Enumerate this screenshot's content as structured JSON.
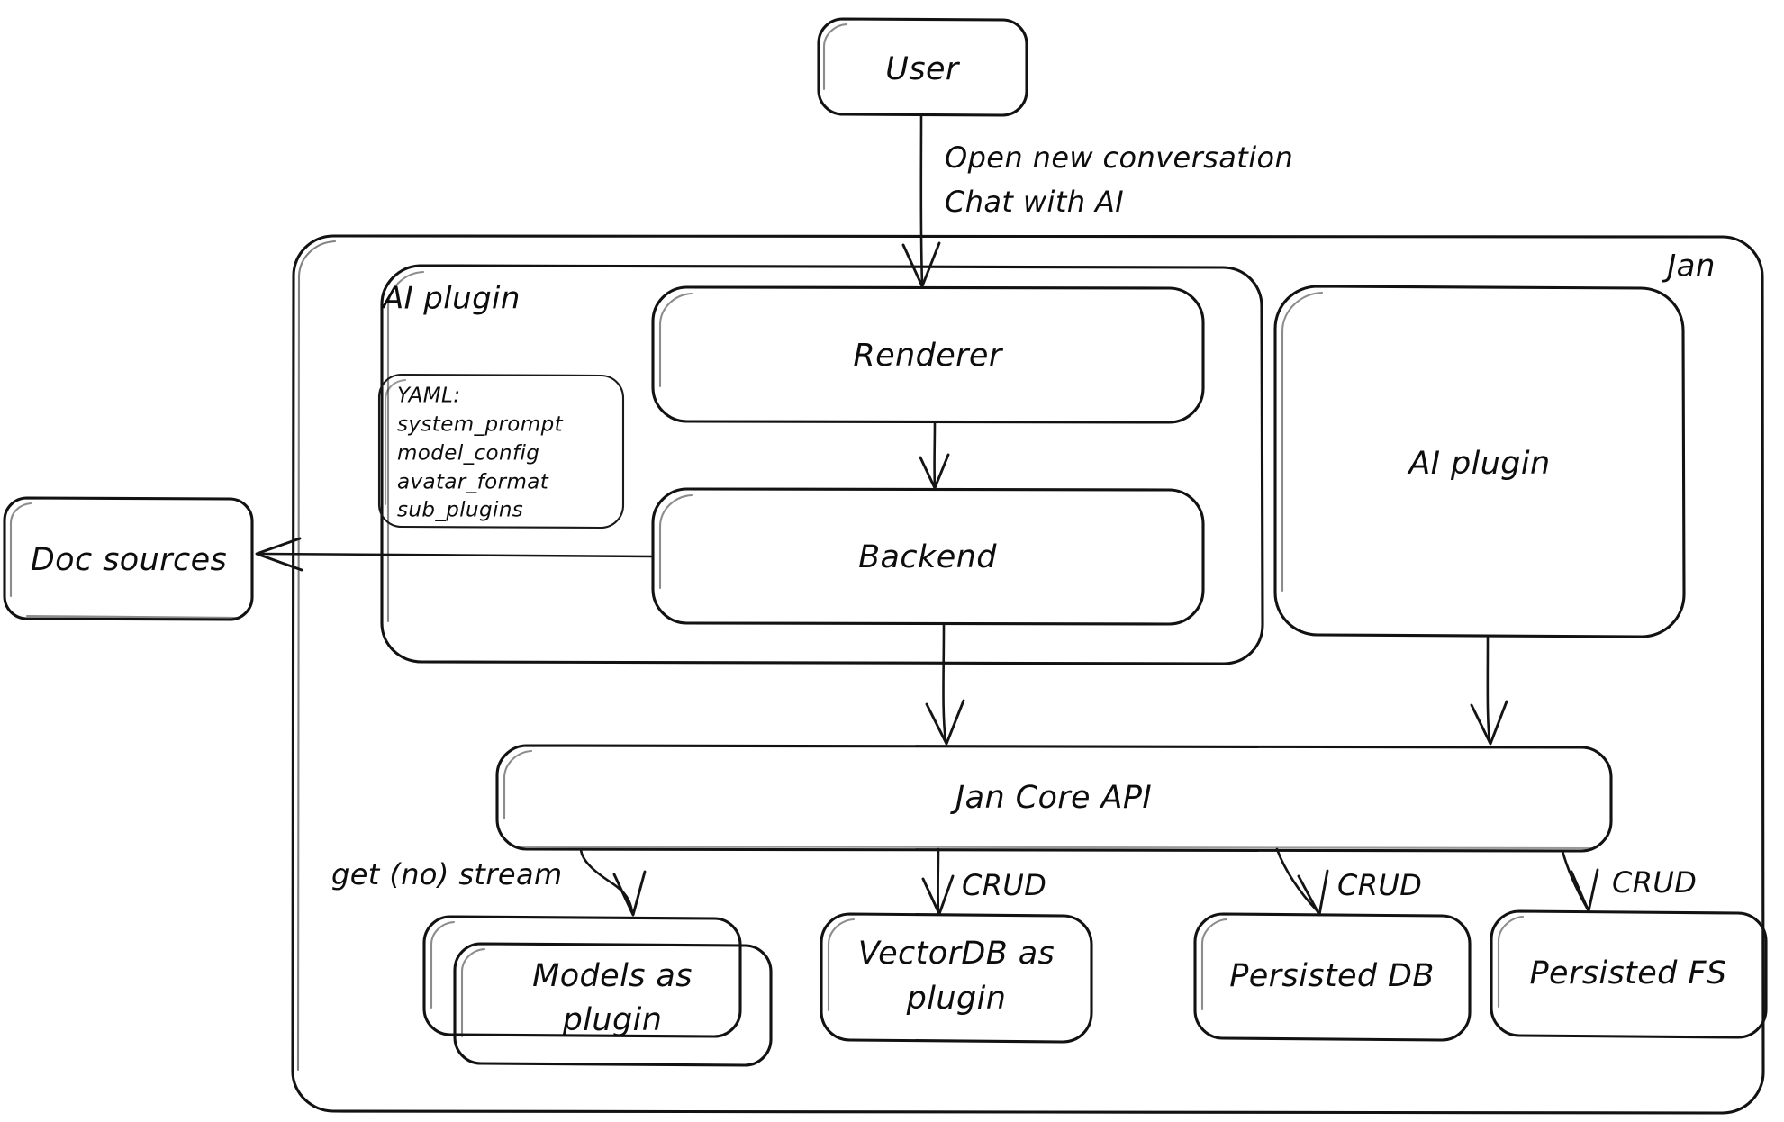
{
  "diagram": {
    "title": "Jan architecture diagram",
    "style": "hand-drawn whiteboard sketch",
    "stroke_color": "#121212",
    "background_color": "#ffffff"
  },
  "containers": [
    {
      "id": "jan",
      "label": "Jan",
      "label_position": "top-right"
    },
    {
      "id": "ai-plugin-group",
      "label": "AI plugin",
      "label_position": "top-left"
    }
  ],
  "nodes": [
    {
      "id": "user",
      "label": "User"
    },
    {
      "id": "renderer",
      "label": "Renderer"
    },
    {
      "id": "backend",
      "label": "Backend"
    },
    {
      "id": "ai-plugin",
      "label": "AI plugin"
    },
    {
      "id": "doc-sources",
      "label": "Doc sources"
    },
    {
      "id": "jan-core-api",
      "label": "Jan Core API"
    },
    {
      "id": "models-plugin",
      "label_line1": "Models as",
      "label_line2": "plugin",
      "stacked": true
    },
    {
      "id": "vectordb-plugin",
      "label_line1": "VectorDB as",
      "label_line2": "plugin"
    },
    {
      "id": "persisted-db",
      "label": "Persisted DB"
    },
    {
      "id": "persisted-fs",
      "label": "Persisted FS"
    }
  ],
  "yaml_card": {
    "title": "YAML:",
    "items": [
      "system_prompt",
      "model_config",
      "avatar_format",
      "sub_plugins"
    ]
  },
  "edges": [
    {
      "id": "user-to-renderer",
      "from": "user",
      "to": "renderer",
      "label_line1": "Open new conversation",
      "label_line2": "Chat with AI"
    },
    {
      "id": "renderer-to-backend",
      "from": "renderer",
      "to": "backend",
      "label": ""
    },
    {
      "id": "backend-to-doc-sources",
      "from": "backend",
      "to": "doc-sources",
      "label": ""
    },
    {
      "id": "backend-to-core",
      "from": "backend",
      "to": "jan-core-api",
      "label": ""
    },
    {
      "id": "ai-plugin-to-core",
      "from": "ai-plugin",
      "to": "jan-core-api",
      "label": ""
    },
    {
      "id": "core-to-models",
      "from": "jan-core-api",
      "to": "models-plugin",
      "label": "get (no) stream"
    },
    {
      "id": "core-to-vectordb",
      "from": "jan-core-api",
      "to": "vectordb-plugin",
      "label": "CRUD"
    },
    {
      "id": "core-to-persisted-db",
      "from": "jan-core-api",
      "to": "persisted-db",
      "label": "CRUD"
    },
    {
      "id": "core-to-persisted-fs",
      "from": "jan-core-api",
      "to": "persisted-fs",
      "label": "CRUD"
    }
  ]
}
